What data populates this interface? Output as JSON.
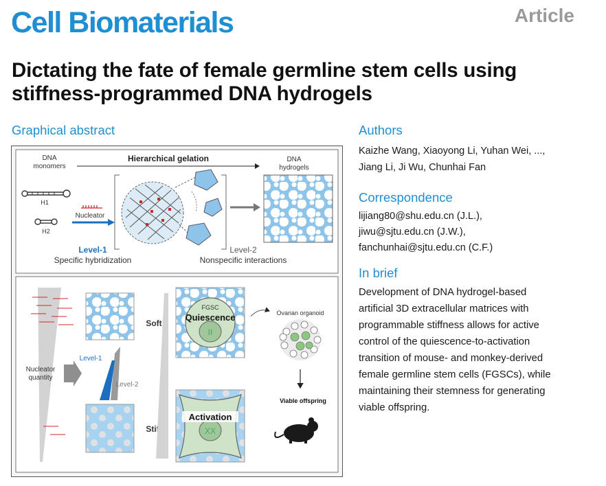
{
  "header": {
    "journal": "Cell Biomaterials",
    "article_type": "Article"
  },
  "title": "Dictating the fate of female germline stem cells using stiffness-programmed DNA hydrogels",
  "sections": {
    "graphical_abstract": "Graphical abstract",
    "authors": "Authors",
    "correspondence": "Correspondence",
    "in_brief": "In brief"
  },
  "authors": {
    "line1": "Kaizhe Wang, Xiaoyong Li, Yuhan Wei, ...,",
    "line2": "Jiang Li, Ji Wu, Chunhai Fan"
  },
  "correspondence": [
    "lijiang80@shu.edu.cn (J.L.),",
    "jiwu@sjtu.edu.cn (J.W.),",
    "fanchunhai@sjtu.edu.cn (C.F.)"
  ],
  "in_brief": [
    "Development of DNA hydrogel-based",
    "artificial 3D extracellular matrices with",
    "programmable stiffness allows for active",
    "control of the quiescence-to-activation",
    "transition of mouse- and monkey-derived",
    "female germline stem cells (FGSCs), while",
    "maintaining their stemness for generating",
    "viable offspring."
  ],
  "graphical_abstract": {
    "dna_monomers": [
      "DNA",
      "monomers"
    ],
    "hierarchical_gelation": "Hierarchical gelation",
    "dna_hydrogels": [
      "DNA",
      "hydrogels"
    ],
    "h1": "H1",
    "h2": "H2",
    "nucleator": "Nucleator",
    "level1": "Level-1",
    "level1_desc": "Specific hybridization",
    "level2": "Level-2",
    "level2_desc": "Nonspecific interactions",
    "nucleator_quantity": [
      "Nucleator",
      "quantity"
    ],
    "soft": "Soft",
    "stiff": "Stiff",
    "fgsc": "FGSC",
    "quiescence": "Quiescence",
    "activation": "Activation",
    "ovarian_organoid": "Ovarian organoid",
    "viable_offspring": "Viable offspring",
    "chromosome_soft": "II",
    "chromosome_stiff": "XX",
    "colors": {
      "level1_blue": "#1a6fc0",
      "hydrogel_blue": "#8ec4ea",
      "nucleator_red": "#d0282a",
      "cell_green": "#cfe3c8"
    }
  }
}
